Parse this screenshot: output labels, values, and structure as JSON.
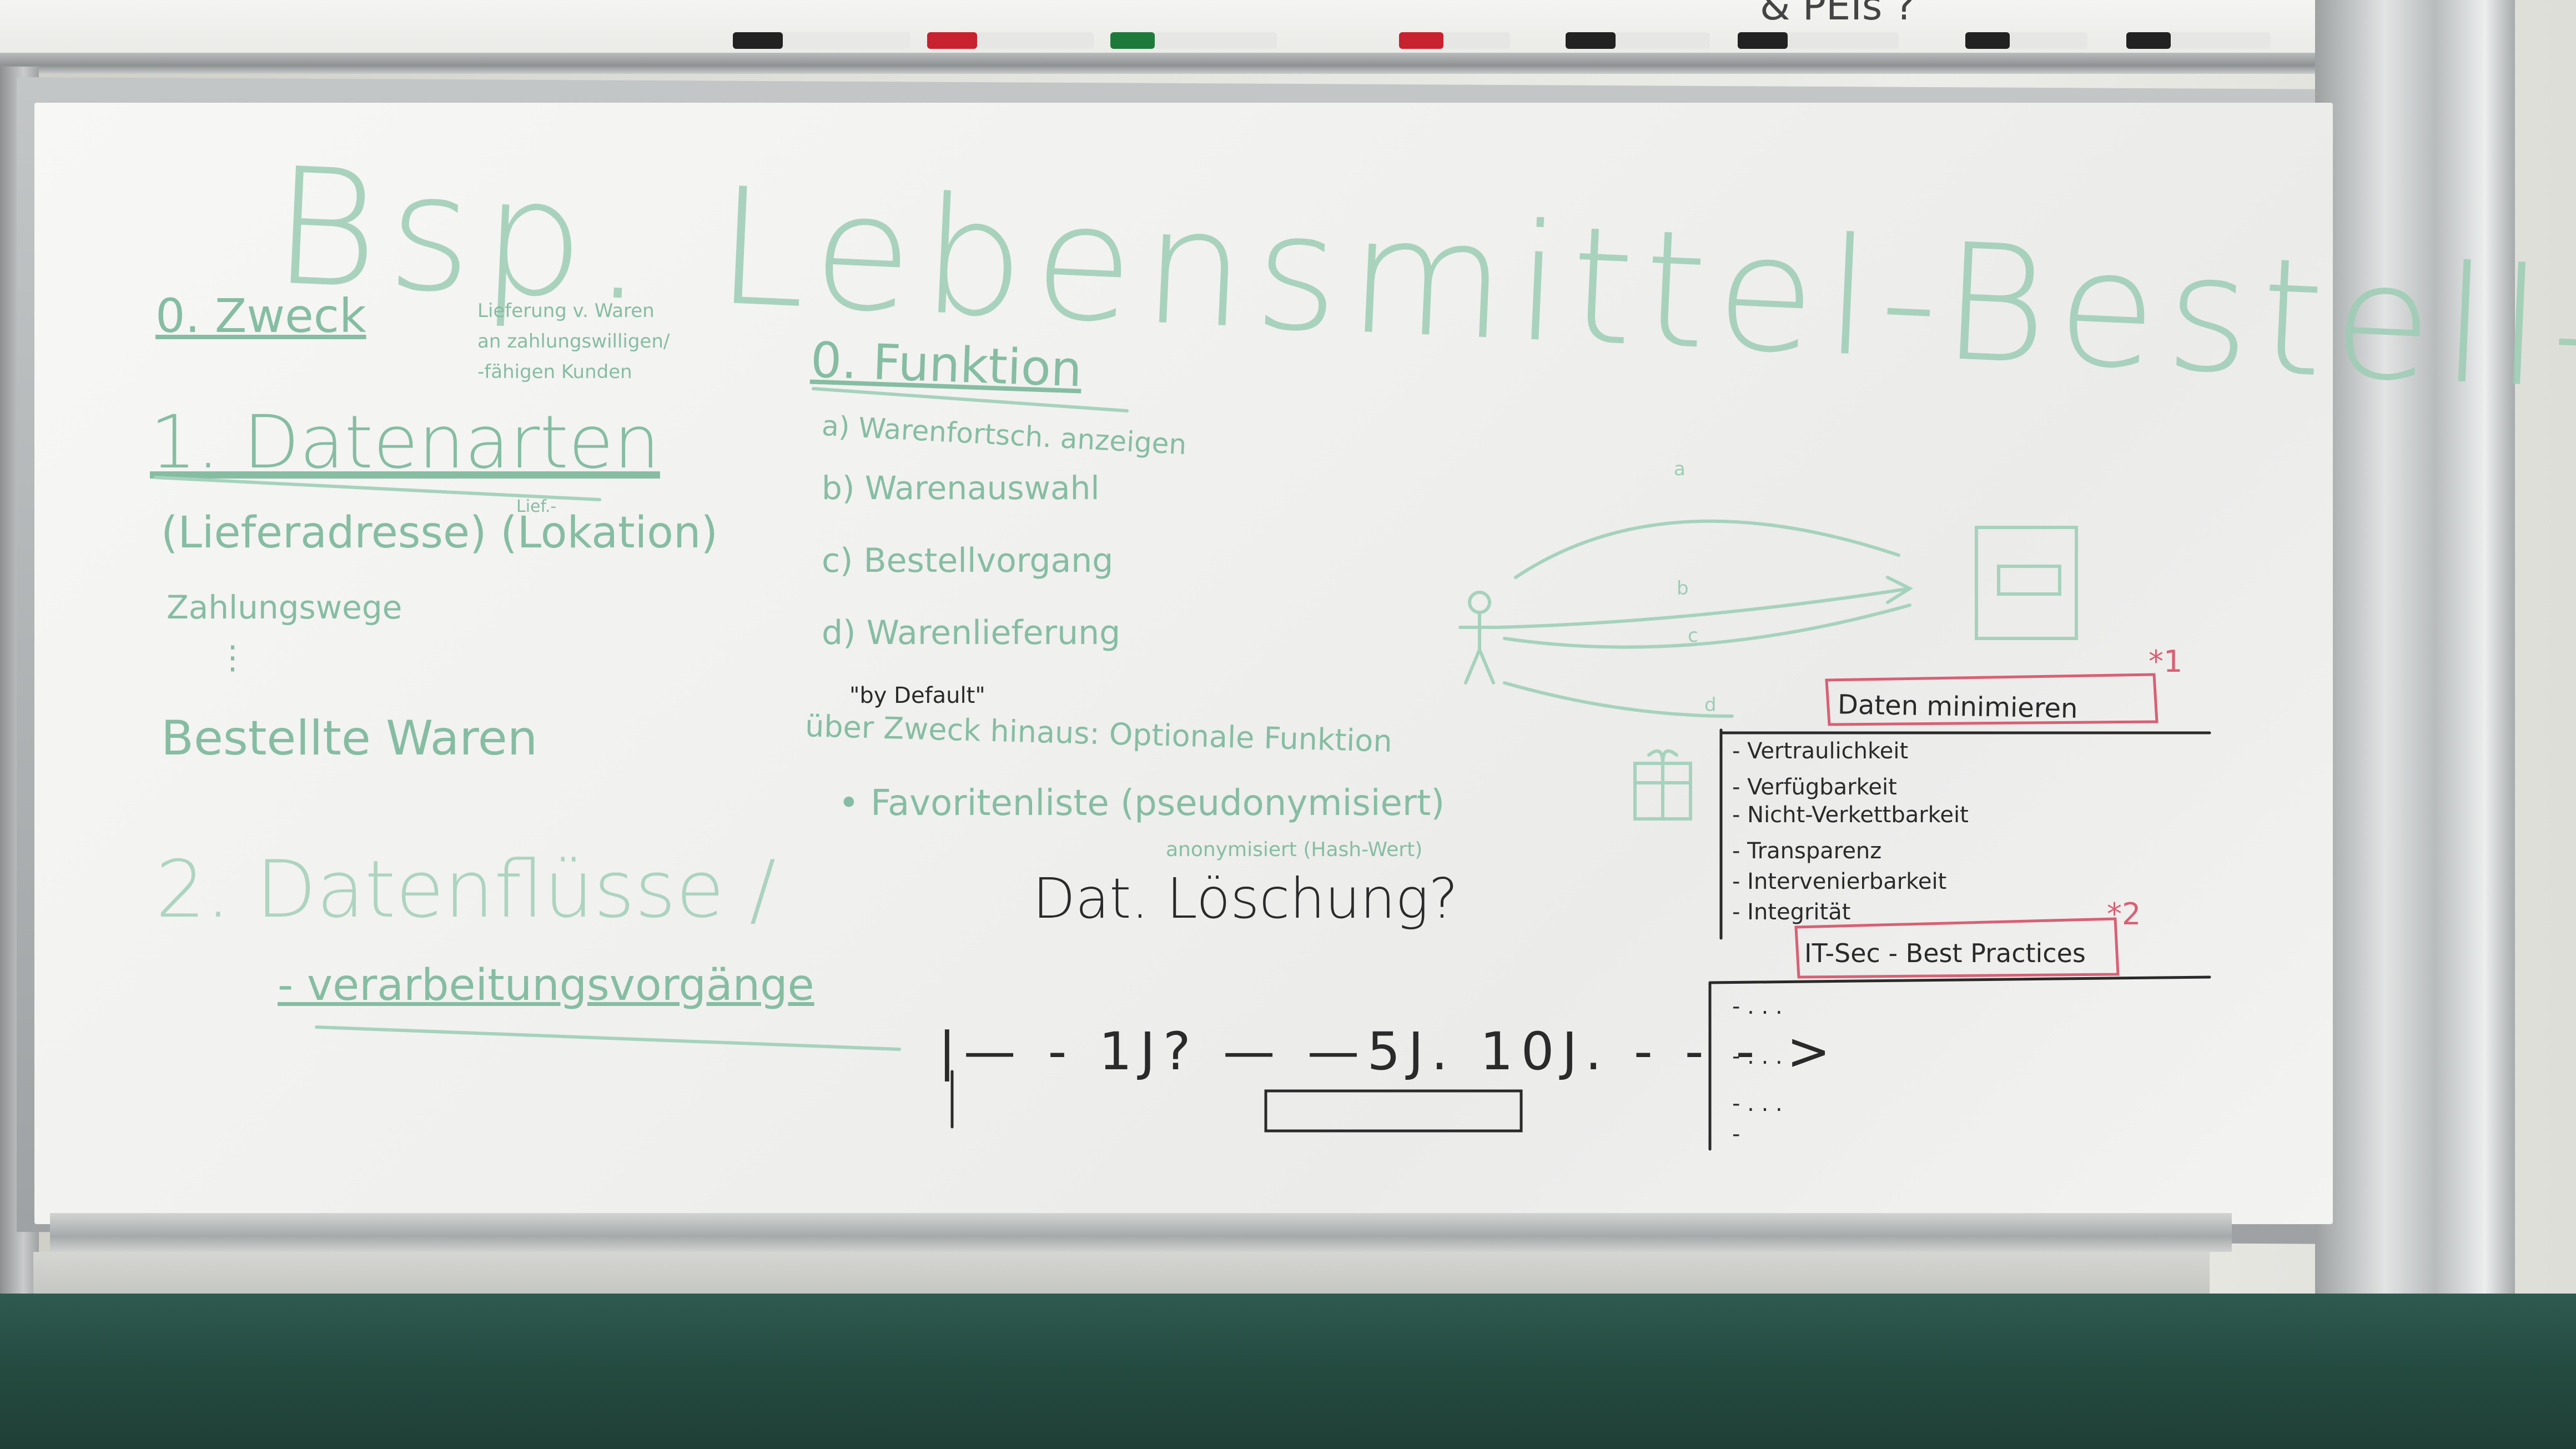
{
  "top_text": "& PEIs ?",
  "title": "Bsp. Lebensmittel-Bestell-App",
  "left": {
    "zweck_heading": "0. Zweck",
    "zweck_note_1": "Lieferung v. Waren",
    "zweck_note_2": "an zahlungswilligen/",
    "zweck_note_3": "-fähigen Kunden",
    "daten_heading": "1. Datenarten",
    "daten_items": [
      "(Lieferadresse) (Lokation)",
      "Zahlungswege",
      "⋮",
      "Bestellte Waren"
    ],
    "lokation_small": "Lief.-",
    "flows_heading": "2. Datenflüsse /",
    "flows_sub": "- verarbeitungsvorgänge"
  },
  "middle": {
    "funktion_heading": "0. Funktion",
    "funktion_items": [
      "a) Warenfortsch. anzeigen",
      "b) Warenauswahl",
      "c) Bestellvorgang",
      "d) Warenlieferung"
    ],
    "by_default": "\"by Default\"",
    "beyond": "über Zweck hinaus: Optionale Funktion",
    "favorites": "• Favoritenliste (pseudonymisiert)",
    "anon": "anonymisiert (Hash-Wert)",
    "loeschung": "Dat. Löschung?",
    "timeline": "|— - 1J? — —5J. 10J. - - - >"
  },
  "diagram_labels": [
    "a",
    "b",
    "c",
    "d"
  ],
  "right": {
    "box_label": "Daten minimieren",
    "star1": "*1",
    "goals": [
      "- Vertraulichkeit",
      "- Verfügbarkeit",
      "- Nicht-Verkettbarkeit",
      "- Transparenz",
      "- Intervenierbarkeit",
      "- Integrität"
    ],
    "star2": "*2",
    "itsec": "IT-Sec - Best Practices",
    "itsec_items": [
      "- . . .",
      "- . . .",
      "- . . .",
      "-"
    ]
  },
  "colors": {
    "green_ink": "#9ccdb4",
    "black_ink": "#2a2a2a",
    "red_ink": "#d86074",
    "floor": "#244a40"
  }
}
